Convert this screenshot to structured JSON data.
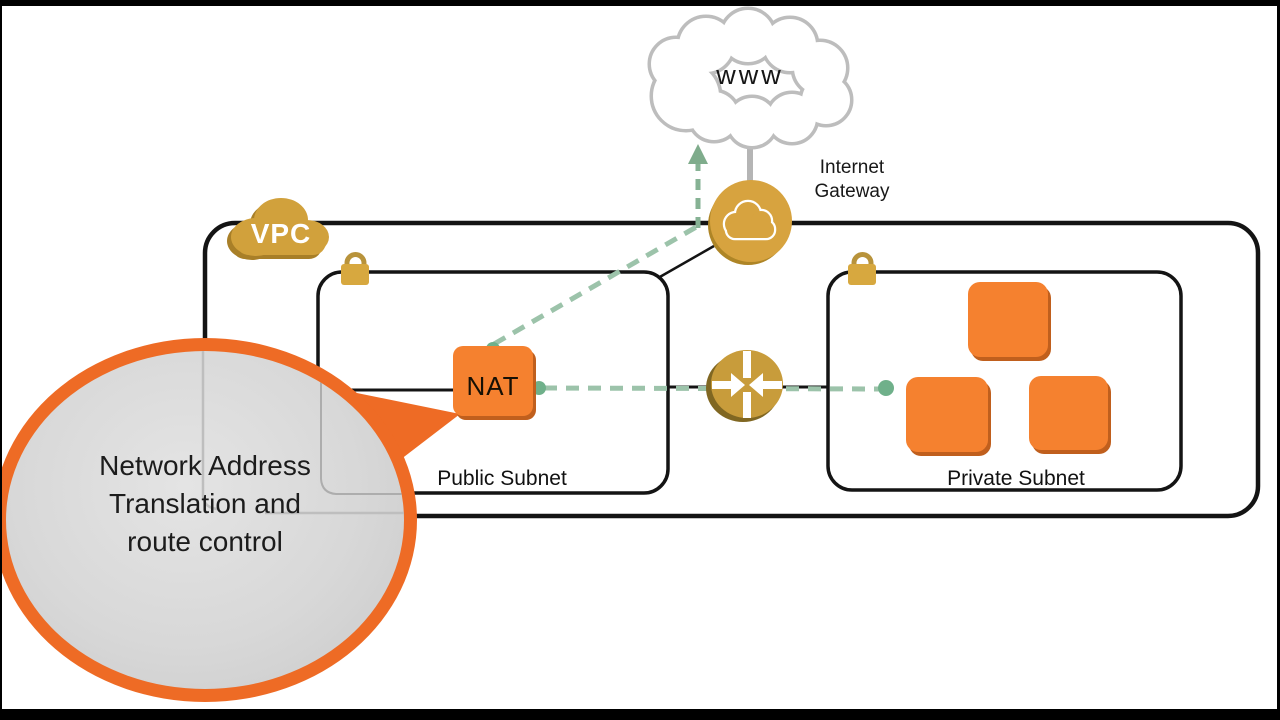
{
  "diagram": {
    "internet_cloud": {
      "label": "www"
    },
    "internet_gateway": {
      "label_line1": "Internet",
      "label_line2": "Gateway"
    },
    "vpc": {
      "label": "VPC"
    },
    "nat_instance": {
      "label": "NAT"
    },
    "public_subnet": {
      "label": "Public Subnet"
    },
    "private_subnet": {
      "label": "Private Subnet",
      "instance_count": 3
    },
    "callout": {
      "line1": "Network Address",
      "line2": "Translation and",
      "line3": "route control"
    }
  },
  "colors": {
    "aws_orange": "#F5812F",
    "orange_shadow": "#C05F1D",
    "callout_orange": "#EE6B25",
    "callout_fill": "#D9D9D9",
    "gold": "#D2A13E",
    "gold_dark": "#A87F28",
    "dashed_green": "#9CC3AA",
    "dot_green": "#6FB08A",
    "arrow_green": "#7FAC8C",
    "line_black": "#141414",
    "cloud_gray": "#BDBDBD"
  }
}
